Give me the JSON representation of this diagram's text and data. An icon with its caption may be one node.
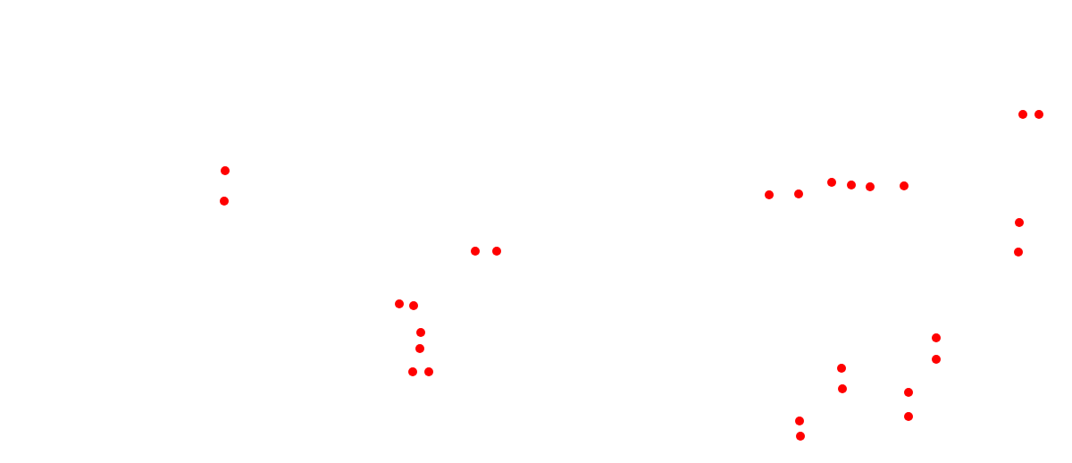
{
  "diagram": {
    "nodes": [
      {
        "text": [],
        "shape": "circle"
      },
      {
        "text": [],
        "shape": "circle"
      },
      {
        "text": [],
        "shape": "circle"
      },
      {
        "text": [],
        "shape": "circle"
      },
      {
        "text": [],
        "shape": "circle"
      },
      {
        "text": [],
        "shape": "circle"
      },
      {
        "text": [],
        "shape": "circle"
      },
      {
        "text": [],
        "shape": "circle"
      },
      {
        "text": [],
        "shape": "circle"
      },
      {
        "text": [],
        "shape": "circle"
      },
      {
        "text": [],
        "shape": "circle"
      },
      {
        "text": [],
        "shape": "circle"
      },
      {
        "text": [],
        "shape": "circle"
      },
      {
        "text": [],
        "shape": "circle"
      },
      {
        "text": [],
        "shape": "circle"
      },
      {
        "text": [],
        "shape": "circle"
      },
      {
        "text": [],
        "shape": "circle"
      },
      {
        "text": [],
        "shape": "circle"
      },
      {
        "text": [],
        "shape": "circle"
      },
      {
        "text": [],
        "shape": "circle"
      },
      {
        "text": [],
        "shape": "circle"
      },
      {
        "text": [],
        "shape": "circle"
      },
      {
        "text": [],
        "shape": "circle"
      },
      {
        "text": [],
        "shape": "circle"
      },
      {
        "text": [],
        "shape": "circle"
      },
      {
        "text": [],
        "shape": "circle"
      },
      {
        "text": [],
        "shape": "circle"
      },
      {
        "text": [],
        "shape": "circle"
      }
    ]
  }
}
